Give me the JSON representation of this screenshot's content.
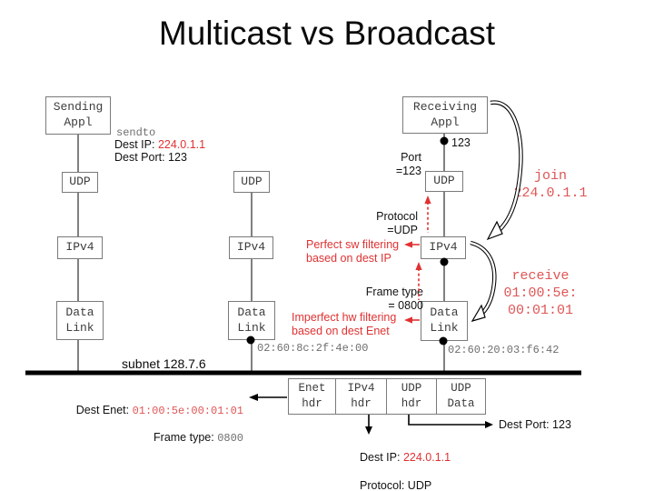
{
  "title": "Multicast vs Broadcast",
  "colors": {
    "accent_red": "#e03232",
    "annotation_gray": "#6e6e6e",
    "line_gray": "#808080",
    "bus_black": "#000000"
  },
  "sending_stack": {
    "app_label": "Sending\nAppl",
    "udp_label": "UDP",
    "ipv4_label": "IPv4",
    "datalink_label": "Data\nLink"
  },
  "middle_stack": {
    "udp_label": "UDP",
    "ipv4_label": "IPv4",
    "datalink_label": "Data\nLink",
    "mac_address": "02:60:8c:2f:4e:00"
  },
  "receiving_stack": {
    "app_label": "Receiving\nAppl",
    "udp_label": "UDP",
    "ipv4_label": "IPv4",
    "datalink_label": "Data\nLink",
    "mac_address": "02:60:20:03:f6:42",
    "app_port_dot_label": "123",
    "port_label": "Port\n=123",
    "protocol_label": "Protocol\n=UDP",
    "frame_type_label": "Frame type\n= 0800"
  },
  "annotations": {
    "sendto": "sendto",
    "send_dest_ip_label": "Dest IP: ",
    "send_dest_ip_value": "224.0.1.1",
    "send_dest_port": "Dest Port: 123",
    "join": "join\n224.0.1.1",
    "receive": "receive\n01:00:5e:\n00:01:01",
    "perfect_filtering": "Perfect sw filtering\nbased on dest IP",
    "imperfect_filtering": "Imperfect hw filtering\nbased on dest Enet",
    "subnet": "subnet 128.7.6"
  },
  "packet": {
    "cells": [
      "Enet\nhdr",
      "IPv4\nhdr",
      "UDP\nhdr",
      "UDP\nData"
    ],
    "dest_enet_label": "Dest Enet: ",
    "dest_enet_value": "01:00:5e:00:01:01",
    "frame_type_label": "Frame type: ",
    "frame_type_value": "0800",
    "dest_ip_label": "Dest IP: ",
    "dest_ip_value": "224.0.1.1",
    "protocol_label": "Protocol: UDP",
    "dest_port_label": "Dest Port: 123"
  }
}
